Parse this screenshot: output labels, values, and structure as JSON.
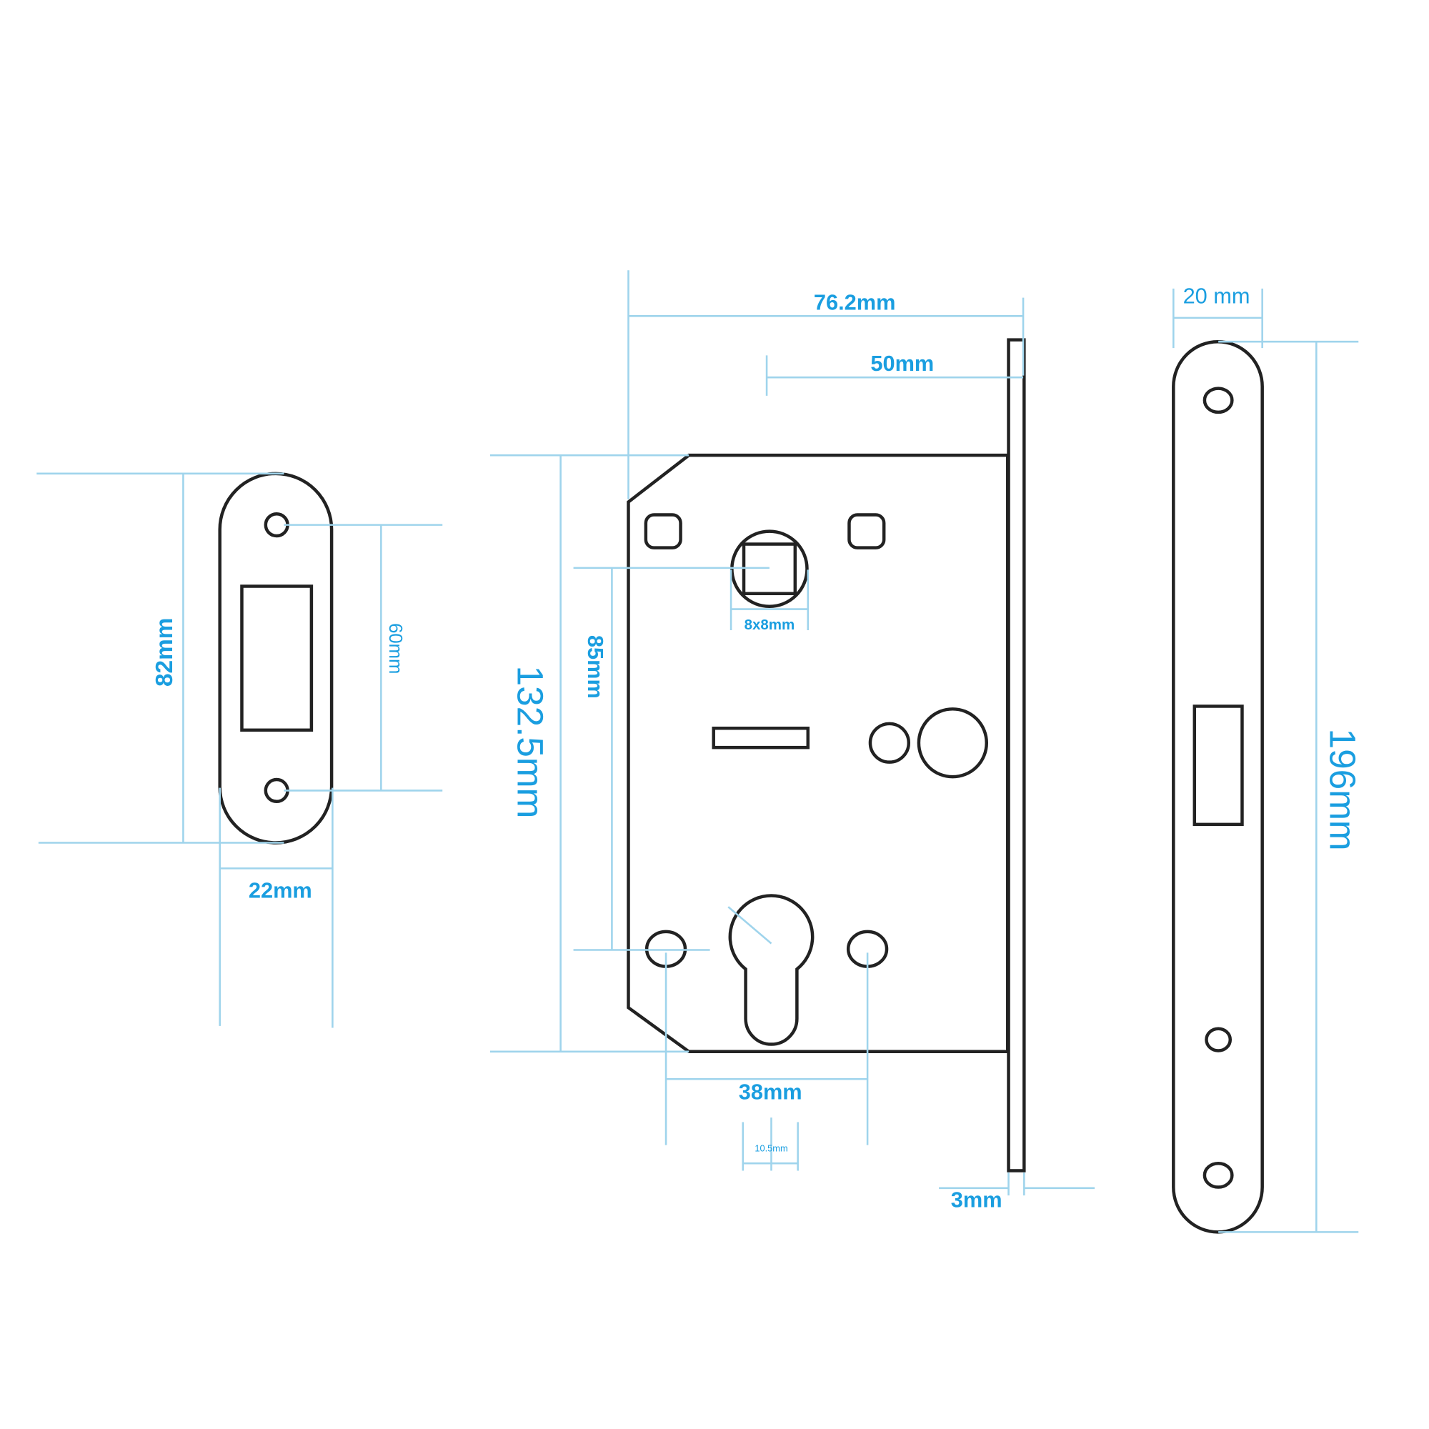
{
  "strike_plate": {
    "height_label": "82mm",
    "hole_spacing_label": "60mm",
    "width_label": "22mm"
  },
  "lock_body": {
    "overall_width_label": "76.2mm",
    "backset_label": "50mm",
    "height_label": "132.5mm",
    "centre_distance_label": "85mm",
    "spindle_label": "8x8mm",
    "hole_spacing_label": "38mm",
    "cylinder_width_label": "10.5mm",
    "faceplate_thickness_label": "3mm"
  },
  "faceplate": {
    "width_label": "20 mm",
    "height_label": "196mm"
  },
  "colors": {
    "dimension_text": "#1a9ee0",
    "dimension_line": "#9fd4ec",
    "outline": "#222222"
  }
}
